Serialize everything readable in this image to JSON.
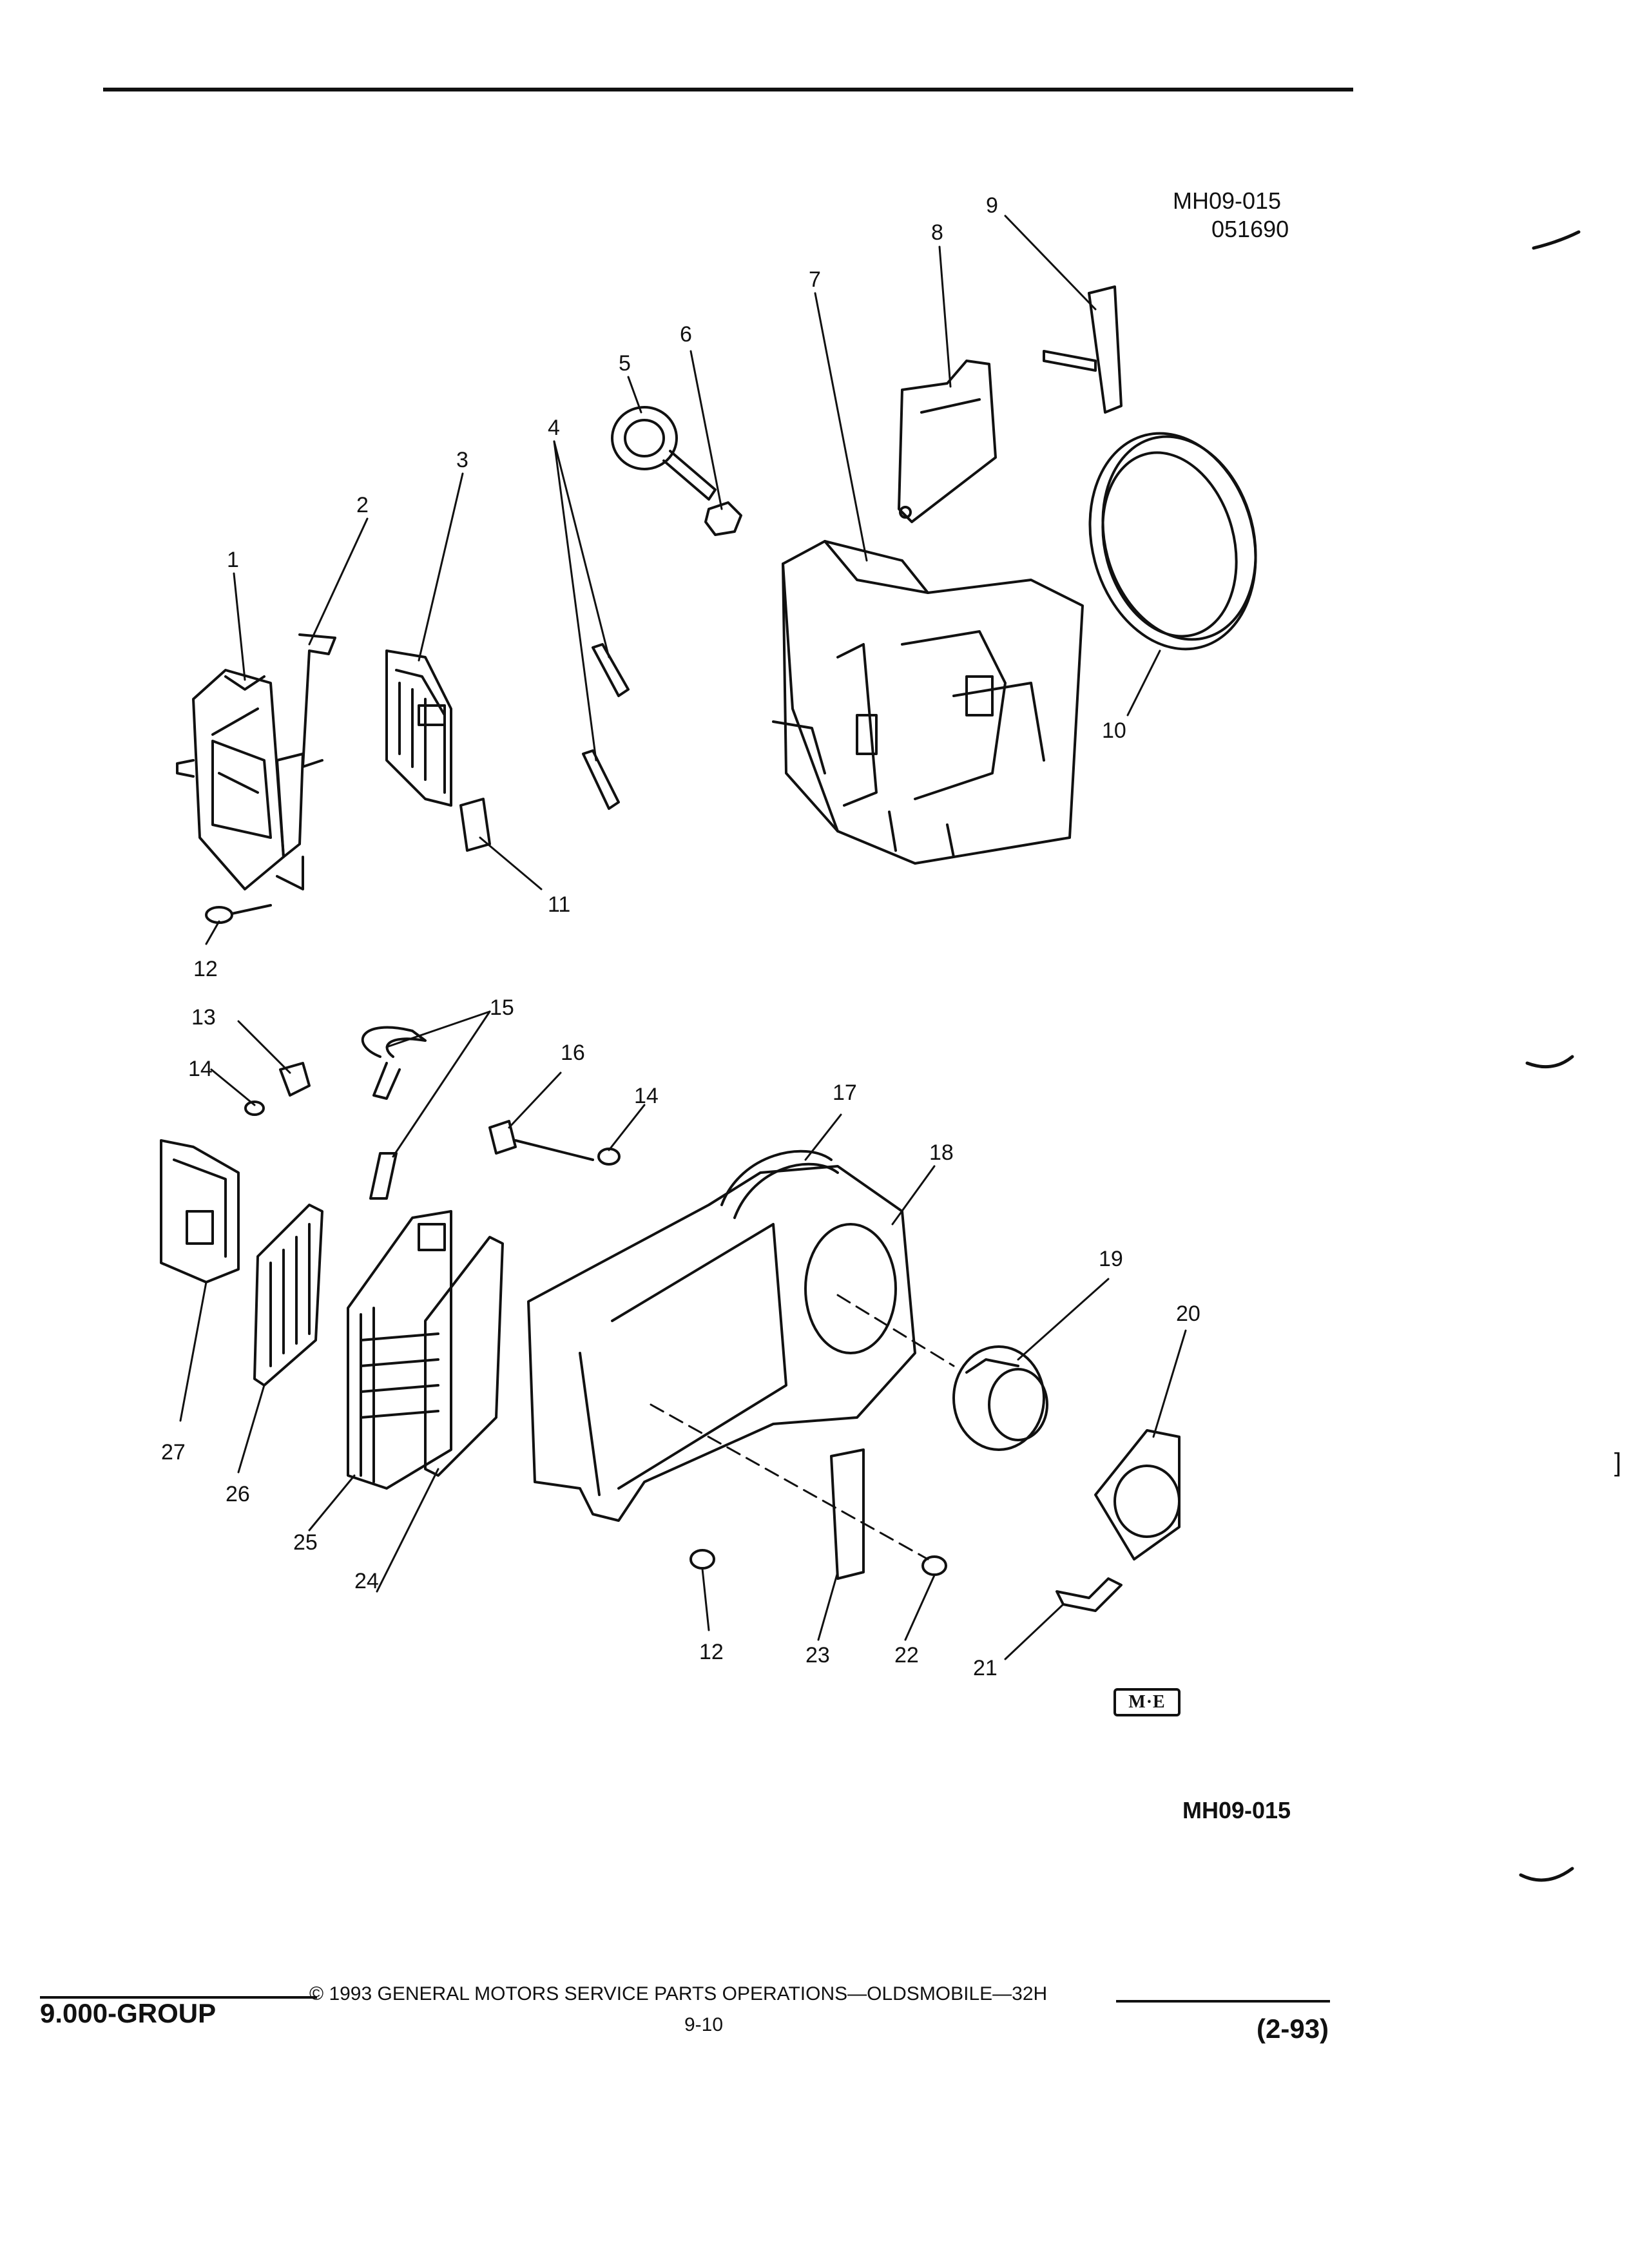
{
  "header": {
    "ref_code": "MH09-015",
    "ref_date": "051690"
  },
  "diagram": {
    "callouts": [
      "1",
      "2",
      "3",
      "4",
      "5",
      "6",
      "7",
      "8",
      "9",
      "10",
      "11",
      "12",
      "13",
      "14",
      "14",
      "15",
      "16",
      "17",
      "18",
      "19",
      "20",
      "21",
      "22",
      "23",
      "24",
      "25",
      "26",
      "27",
      "12"
    ],
    "bottom_ref": "MH09-015",
    "badge": "M·E"
  },
  "footer": {
    "group": "9.000-GROUP",
    "copyright": "© 1993 GENERAL MOTORS SERVICE PARTS OPERATIONS—OLDSMOBILE—32H",
    "page": "9-10",
    "revision": "(2-93)"
  },
  "margin": {
    "bracket": "]"
  }
}
